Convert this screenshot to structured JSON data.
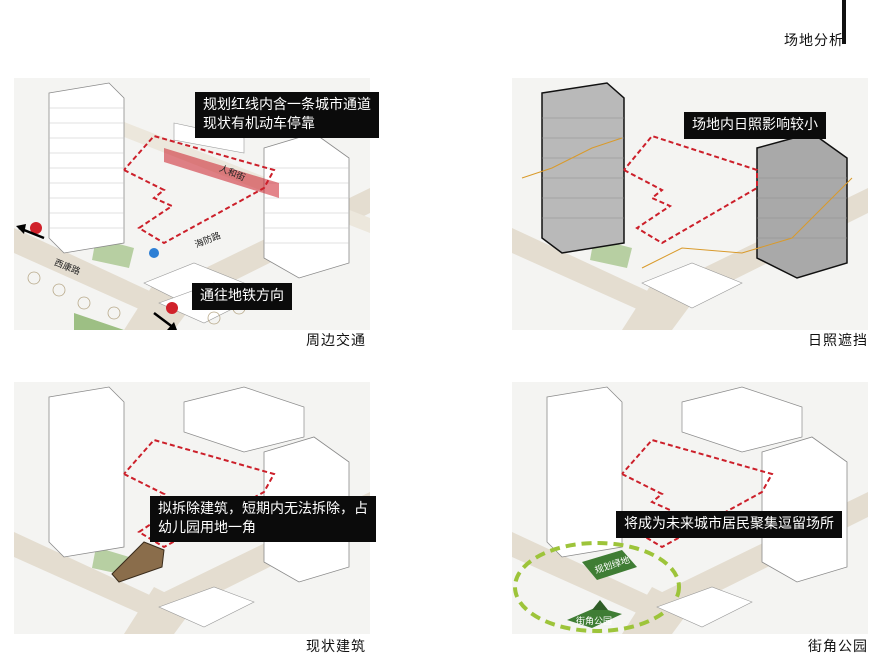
{
  "page": {
    "title": "场地分析"
  },
  "panels": [
    {
      "caption": "周边交通",
      "callouts": [
        "规划红线内含一条城市通道\n现状有机动车停靠",
        "通往地铁方向"
      ],
      "road_labels": [
        "人和街",
        "海防路",
        "西康路"
      ]
    },
    {
      "caption": "日照遮挡",
      "callouts": [
        "场地内日照影响较小"
      ]
    },
    {
      "caption": "现状建筑",
      "callouts": [
        "拟拆除建筑，短期内无法拆除，占\n幼儿园用地一角"
      ]
    },
    {
      "caption": "街角公园",
      "callouts": [
        "将成为未来城市居民聚集逗留场所"
      ],
      "tags": [
        "规划绿地",
        "街角公园"
      ]
    }
  ],
  "colors": {
    "red_line": "#cc1f2a",
    "green": "#7fa86a",
    "park_green": "#9dc46b",
    "building_fill": "#ffffff",
    "shadow_building": "#9a9a9a",
    "existing_building": "#8a6d4b"
  }
}
